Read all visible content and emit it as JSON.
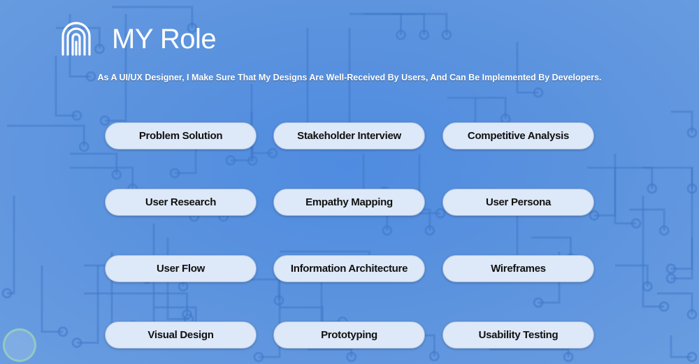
{
  "header": {
    "title": "MY Role",
    "subtitle": "As A UI/UX Designer, I Make Sure That My Designs Are Well-Received By Users, And Can Be Implemented By Developers.",
    "logo_icon": "fingerprint-icon"
  },
  "roles": [
    [
      "Problem Solution",
      "Stakeholder Interview",
      "Competitive Analysis"
    ],
    [
      "User Research",
      "Empathy Mapping",
      "User Persona"
    ],
    [
      "User Flow",
      "Information Architecture",
      "Wireframes"
    ],
    [
      "Visual Design",
      "Prototyping",
      "Usability Testing"
    ]
  ],
  "colors": {
    "background": "#5a92de",
    "pill": "#dde8f8",
    "text": "#111111"
  }
}
